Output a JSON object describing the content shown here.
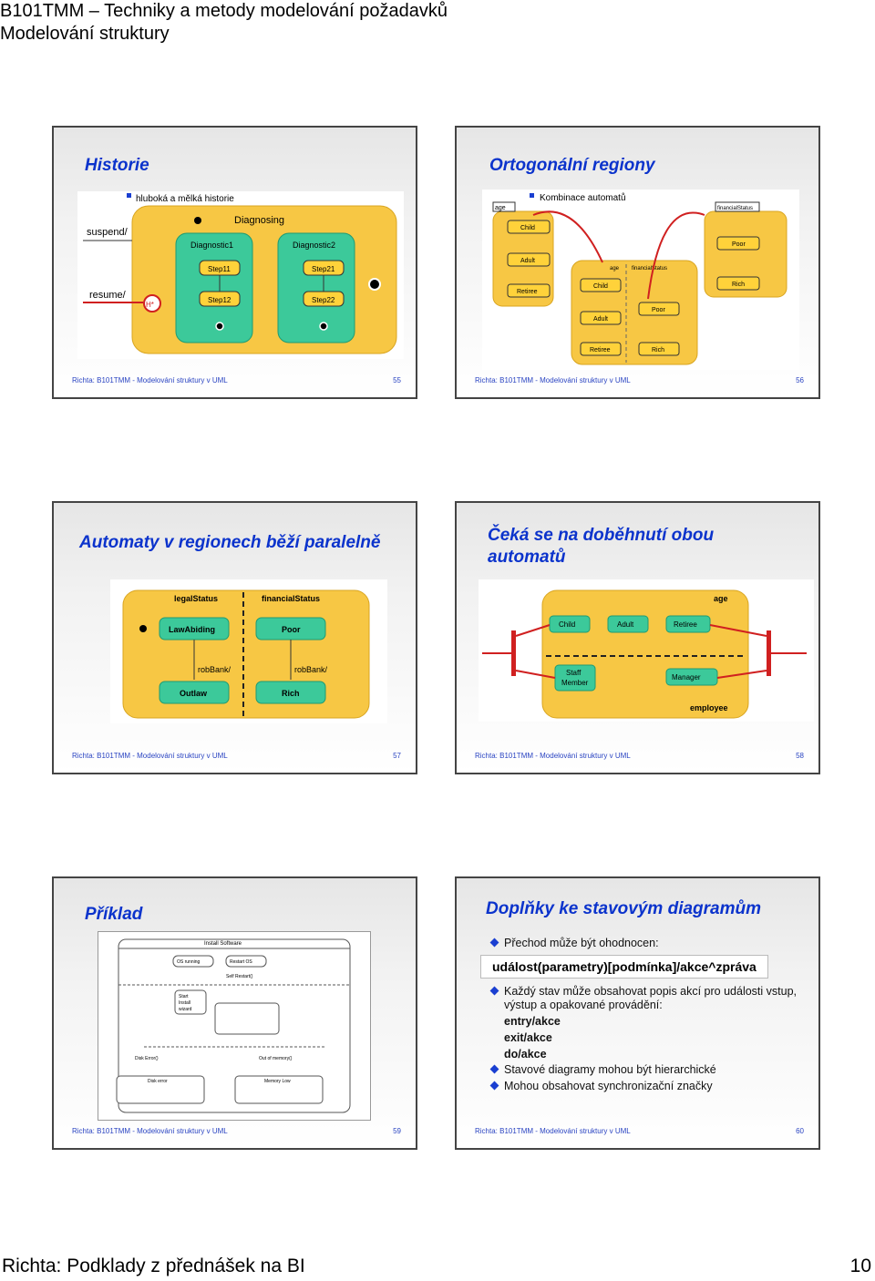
{
  "header": {
    "line1": "B101TMM – Techniky a metody modelování požadavků",
    "line2": "Modelování struktury"
  },
  "footer": {
    "left": "Richta: Podklady z přednášek na BI",
    "page": "10"
  },
  "slides": {
    "s55": {
      "title": "Historie",
      "foot": "Richta: B101TMM - Modelování struktury v UML",
      "num": "55",
      "img": {
        "bullet": "hluboká a mělká historie",
        "suspend": "suspend/",
        "resume": "resume/",
        "h": "H*",
        "main": "Diagnosing",
        "d1": "Diagnostic1",
        "d2": "Diagnostic2",
        "s11": "Step11",
        "s12": "Step12",
        "s21": "Step21",
        "s22": "Step22"
      }
    },
    "s56": {
      "title": "Ortogonální regiony",
      "foot": "Richta: B101TMM - Modelování struktury v UML",
      "num": "56",
      "img": {
        "bullet": "Kombinace automatů",
        "age": "age",
        "fin": "financialStatus",
        "child": "Child",
        "adult": "Adult",
        "retiree": "Retiree",
        "poor": "Poor",
        "rich": "Rich"
      }
    },
    "s57": {
      "title": "Automaty v regionech běží paralelně",
      "foot": "Richta: B101TMM - Modelování struktury v UML",
      "num": "57",
      "img": {
        "legal": "legalStatus",
        "fin": "financialStatus",
        "law": "LawAbiding",
        "poor": "Poor",
        "outlaw": "Outlaw",
        "rich": "Rich",
        "rob1": "robBank/",
        "rob2": "robBank/"
      }
    },
    "s58": {
      "title_l1": "Čeká se na doběhnutí obou",
      "title_l2": "automatů",
      "foot": "Richta: B101TMM - Modelování struktury v UML",
      "num": "58",
      "img": {
        "age": "age",
        "child": "Child",
        "adult": "Adult",
        "retiree": "Retiree",
        "staff": "Staff",
        "member": "Member",
        "manager": "Manager",
        "employee": "employee"
      }
    },
    "s59": {
      "title": "Příklad",
      "foot": "Richta: B101TMM - Modelování struktury v UML",
      "num": "59",
      "img": {
        "install": "Install Software",
        "os": "OS running",
        "restart": "Restart OS",
        "self": "Self Restart()",
        "start": "Start",
        "install2": "Install",
        "wizard": "wizard",
        "disk": "Disk Error()",
        "disk_err": "Disk error",
        "mem": "Memory Low",
        "out": "Out of memory()"
      }
    },
    "s60": {
      "title": "Doplňky ke stavovým diagramům",
      "foot": "Richta: B101TMM - Modelování struktury v UML",
      "num": "60",
      "b1": "Přechod může být ohodnocen:",
      "syntax": "událost(parametry)[podmínka]/akce^zpráva",
      "b2_l1": "Každý stav může obsahovat popis akcí pro události vstup,",
      "b2_l2": "výstup a opakované provádění:",
      "entry": "entry/akce",
      "exit": "exit/akce",
      "do": "do/akce",
      "b3": "Stavové diagramy mohou být hierarchické",
      "b4": "Mohou obsahovat synchronizační značky"
    }
  },
  "colors": {
    "title": "#0b33cc",
    "state_fill": "#f7c744",
    "substate_fill": "#3cc99a",
    "node_fill": "#ffd23a",
    "bullet": "#1a3fd1",
    "arrow": "#d02020"
  }
}
